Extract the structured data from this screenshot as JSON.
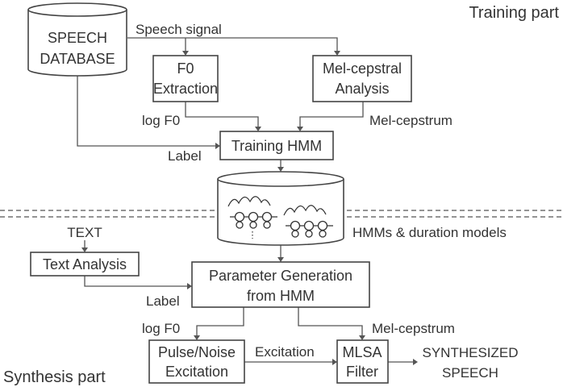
{
  "sections": {
    "training": "Training part",
    "synthesis": "Synthesis part"
  },
  "nodes": {
    "speech_db": [
      "SPEECH",
      "DATABASE"
    ],
    "f0_extraction": [
      "F0",
      "Extraction"
    ],
    "mel_analysis": [
      "Mel-cepstral",
      "Analysis"
    ],
    "training_hmm": "Training HMM",
    "text_input": "TEXT",
    "text_analysis": "Text Analysis",
    "param_gen": [
      "Parameter Generation",
      "from HMM"
    ],
    "pulse_noise": [
      "Pulse/Noise",
      "Excitation"
    ],
    "mlsa": [
      "MLSA",
      "Filter"
    ],
    "output": [
      "SYNTHESIZED",
      "SPEECH"
    ]
  },
  "edges": {
    "speech_signal": "Speech signal",
    "log_f0_train": "log F0",
    "mel_cep_train": "Mel-cepstrum",
    "label_train": "Label",
    "hmm_models": "HMMs & duration models",
    "label_synth": "Label",
    "log_f0_synth": "log F0",
    "mel_cep_synth": "Mel-cepstrum",
    "excitation": "Excitation"
  }
}
